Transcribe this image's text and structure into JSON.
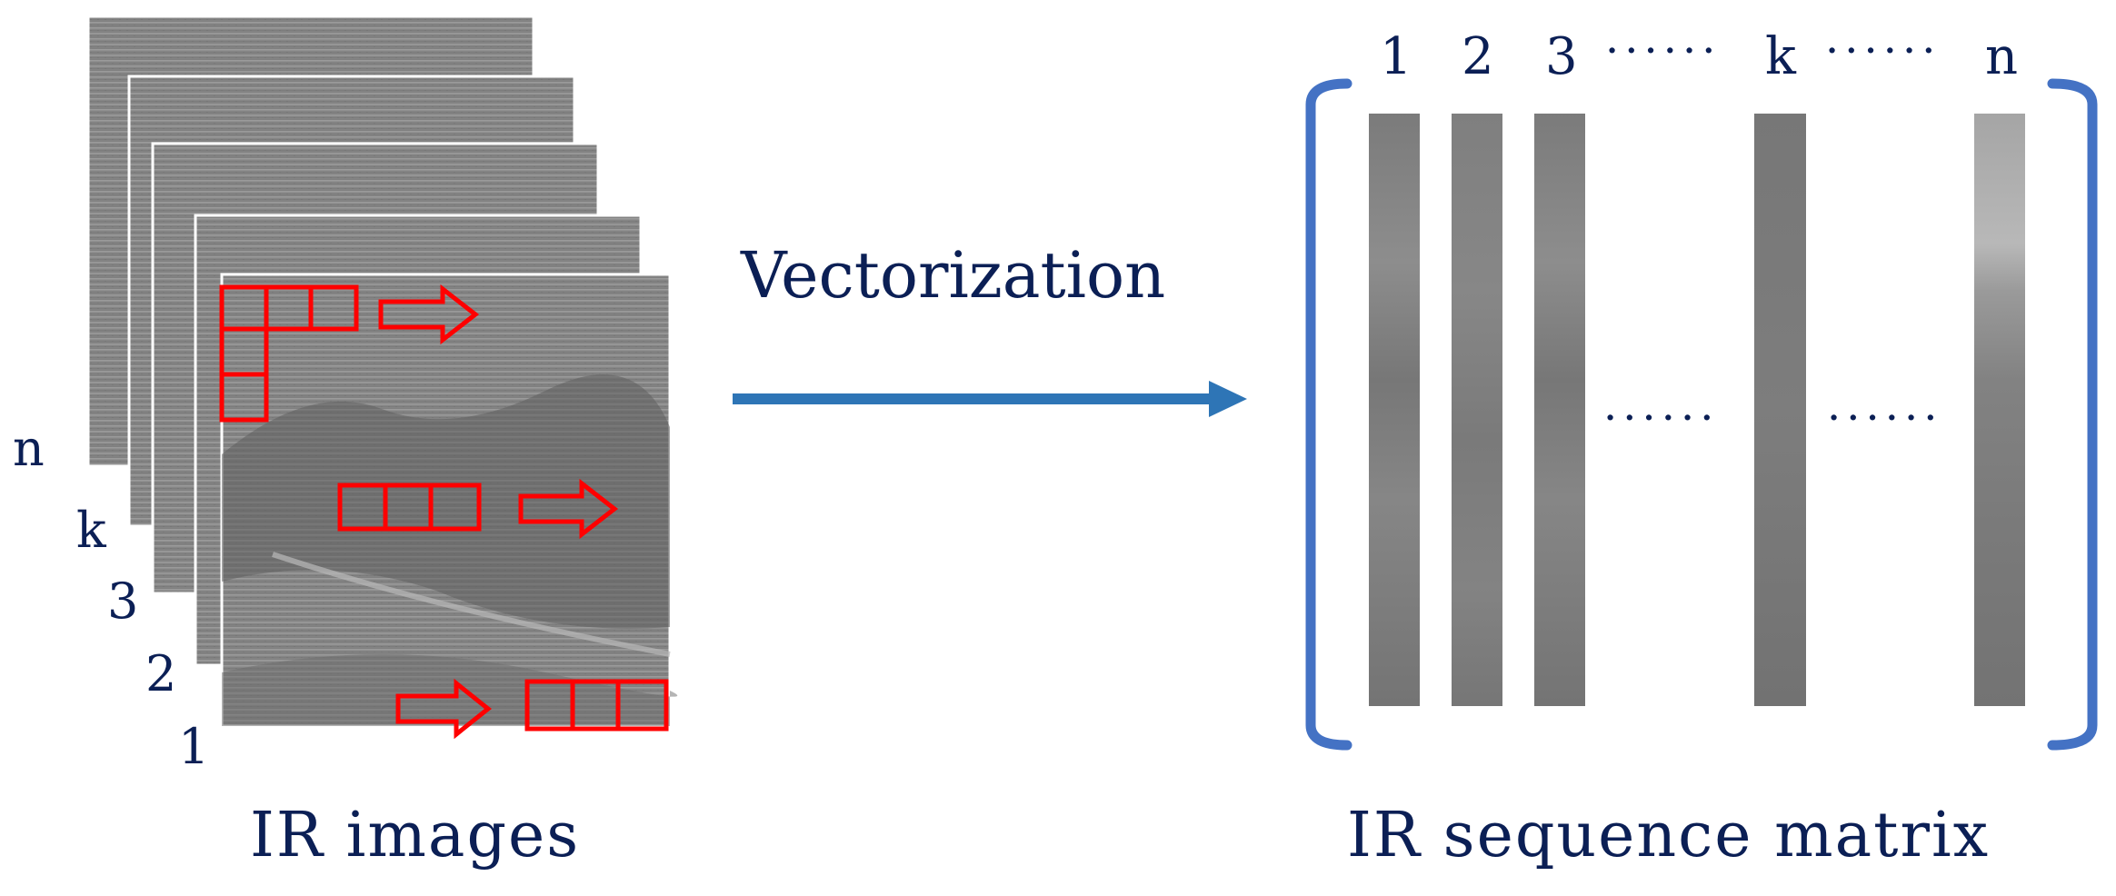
{
  "frames": {
    "labels": [
      "n",
      "k",
      "3",
      "2",
      "1"
    ],
    "caption": "IR images"
  },
  "arrow": {
    "label": "Vectorization"
  },
  "matrix": {
    "column_labels": [
      "1",
      "2",
      "3",
      "k",
      "n"
    ],
    "header_ellipsis": "······",
    "body_ellipsis": "······",
    "caption": "IR sequence matrix"
  },
  "colors": {
    "text": "#0b1f55",
    "arrow": "#2e75b6",
    "bracket": "#4472c4",
    "box": "#ff0000"
  }
}
